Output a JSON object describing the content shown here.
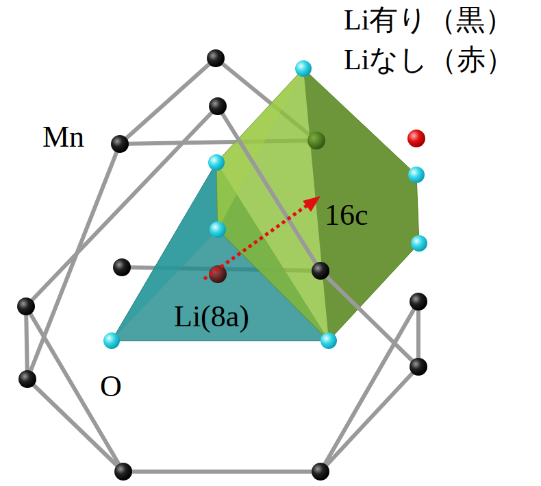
{
  "diagram": {
    "labels": [
      "Li有り（黒）",
      "Liなし（赤）",
      "Mn",
      "16c",
      "Li(8a)",
      "O"
    ]
  }
}
